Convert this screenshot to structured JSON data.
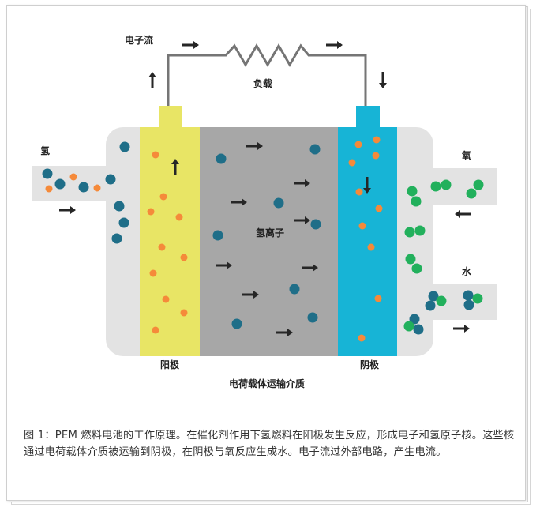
{
  "colors": {
    "housing": "#e3e3e3",
    "anode": "#e8e565",
    "membrane": "#a7a7a7",
    "cathode": "#17b4d6",
    "hydrogen": "#1f6e88",
    "electron": "#f58a3a",
    "oxygen": "#22b05c",
    "arrow": "#262626",
    "wire": "#757575"
  },
  "labels": {
    "electron_flow": "电子流",
    "load": "负载",
    "hydrogen": "氢",
    "oxygen": "氧",
    "water": "水",
    "hydrogen_ion": "氢离子",
    "anode": "阳极",
    "cathode": "阴极",
    "membrane": "电荷载体运输介质"
  },
  "icons": [
    "arrow-right-icon",
    "arrow-up-icon",
    "arrow-down-icon",
    "arrow-left-icon"
  ],
  "caption": "图 1：PEM 燃料电池的工作原理。在催化剂作用下氢燃料在阳极发生反应，形成电子和氢原子核。这些核通过电荷载体介质被运输到阴极，在阴极与氧反应生成水。电子流过外部电路，产生电流。"
}
